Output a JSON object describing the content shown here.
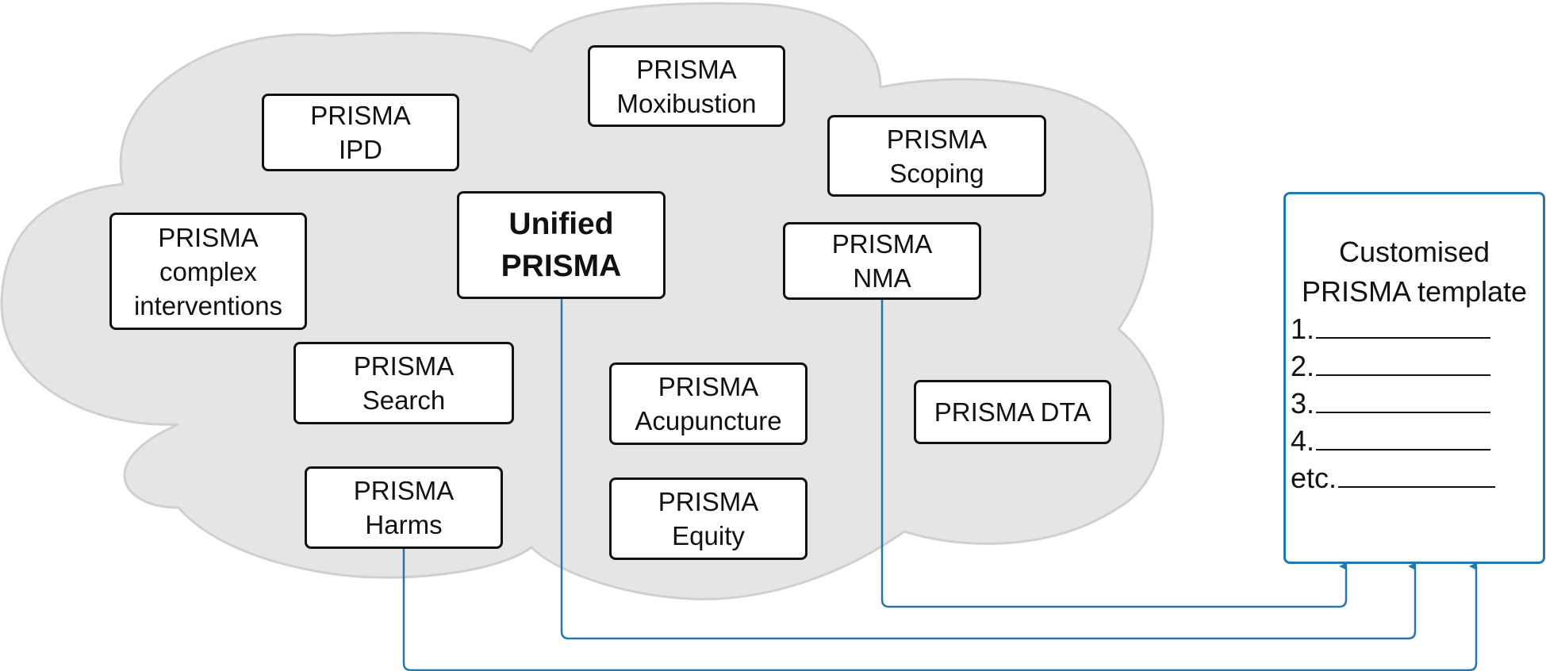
{
  "cloud": {
    "fill": "#e5e5e5",
    "stroke": "#cfcfcf"
  },
  "connector_color": "#2378ad",
  "extensions": {
    "ipd": [
      "PRISMA",
      "IPD"
    ],
    "moxibustion": [
      "PRISMA",
      "Moxibustion"
    ],
    "scoping": [
      "PRISMA",
      "Scoping"
    ],
    "complex_interventions": [
      "PRISMA",
      "complex",
      "interventions"
    ],
    "unified": [
      "Unified",
      "PRISMA"
    ],
    "nma": [
      "PRISMA",
      "NMA"
    ],
    "search": [
      "PRISMA",
      "Search"
    ],
    "acupuncture": [
      "PRISMA",
      "Acupuncture"
    ],
    "dta": [
      "PRISMA DTA"
    ],
    "harms": [
      "PRISMA",
      "Harms"
    ],
    "equity": [
      "PRISMA",
      "Equity"
    ]
  },
  "template": {
    "title_lines": [
      "Customised",
      "PRISMA template"
    ],
    "items": [
      "1.",
      "2.",
      "3.",
      "4.",
      "etc."
    ]
  },
  "connections": [
    {
      "from": "PRISMA NMA",
      "to": "Customised PRISMA template"
    },
    {
      "from": "Unified PRISMA",
      "to": "Customised PRISMA template"
    },
    {
      "from": "PRISMA Harms",
      "to": "Customised PRISMA template"
    }
  ]
}
